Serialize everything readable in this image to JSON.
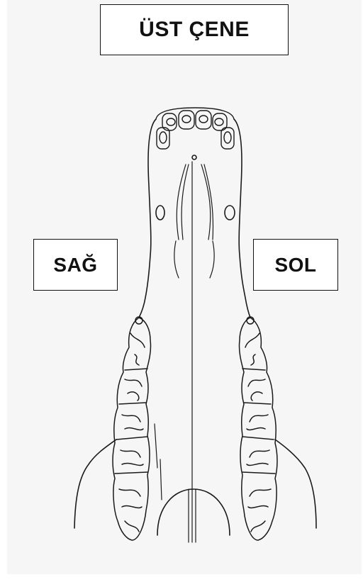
{
  "labels": {
    "top": "ÜST ÇENE",
    "right_side": "SAĞ",
    "left_side": "SOL"
  },
  "colors": {
    "ink": "#1a1a1a",
    "background": "#f6f6f6",
    "label_fill": "#ffffff"
  }
}
